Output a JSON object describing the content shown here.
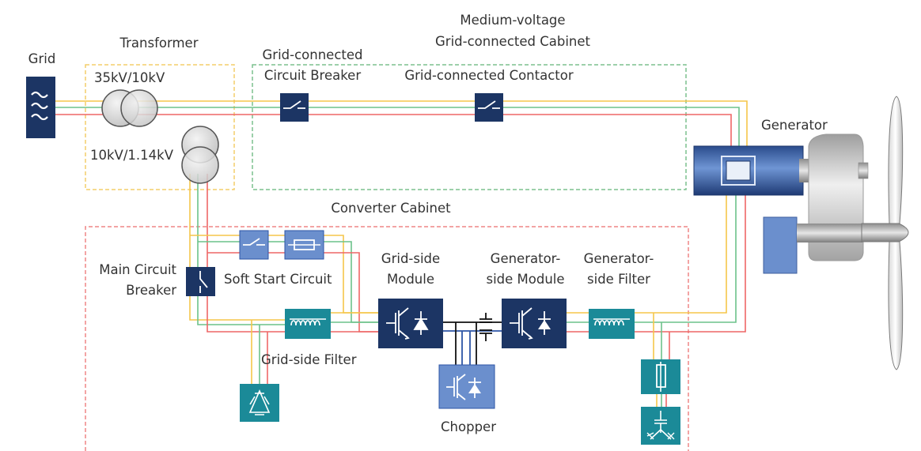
{
  "labels": {
    "grid": "Grid",
    "transformer": "Transformer",
    "t1_rating": "35kV/10kV",
    "t2_rating": "10kV/1.14kV",
    "gc_breaker_l1": "Grid-connected",
    "gc_breaker_l2": "Circuit Breaker",
    "mv_cabinet_l1": "Medium-voltage",
    "mv_cabinet_l2": "Grid-connected Cabinet",
    "gc_contactor": "Grid-connected Contactor",
    "generator": "Generator",
    "converter_cabinet": "Converter Cabinet",
    "main_breaker_l1": "Main Circuit",
    "main_breaker_l2": "Breaker",
    "soft_start": "Soft Start Circuit",
    "grid_module_l1": "Grid-side",
    "grid_module_l2": "Module",
    "gen_module_l1": "Generator-",
    "gen_module_l2": "side Module",
    "gen_filter_l1": "Generator-",
    "gen_filter_l2": "side Filter",
    "grid_filter": "Grid-side Filter",
    "chopper": "Chopper"
  },
  "colors": {
    "phase_a": "#f5c64a",
    "phase_b": "#6cc28a",
    "phase_c": "#ee6767",
    "dc_black": "#111111",
    "dc_blue": "#2d55a6",
    "navy": "#1c3564",
    "teal": "#1b8a98",
    "light_blue": "#6b8fcd",
    "transformer_box": "#f3cd6a",
    "mv_box": "#7cc18e",
    "converter_box": "#ef8585",
    "generator_blue": "#2c4f92",
    "generator_grey": "#cfcfcf"
  }
}
